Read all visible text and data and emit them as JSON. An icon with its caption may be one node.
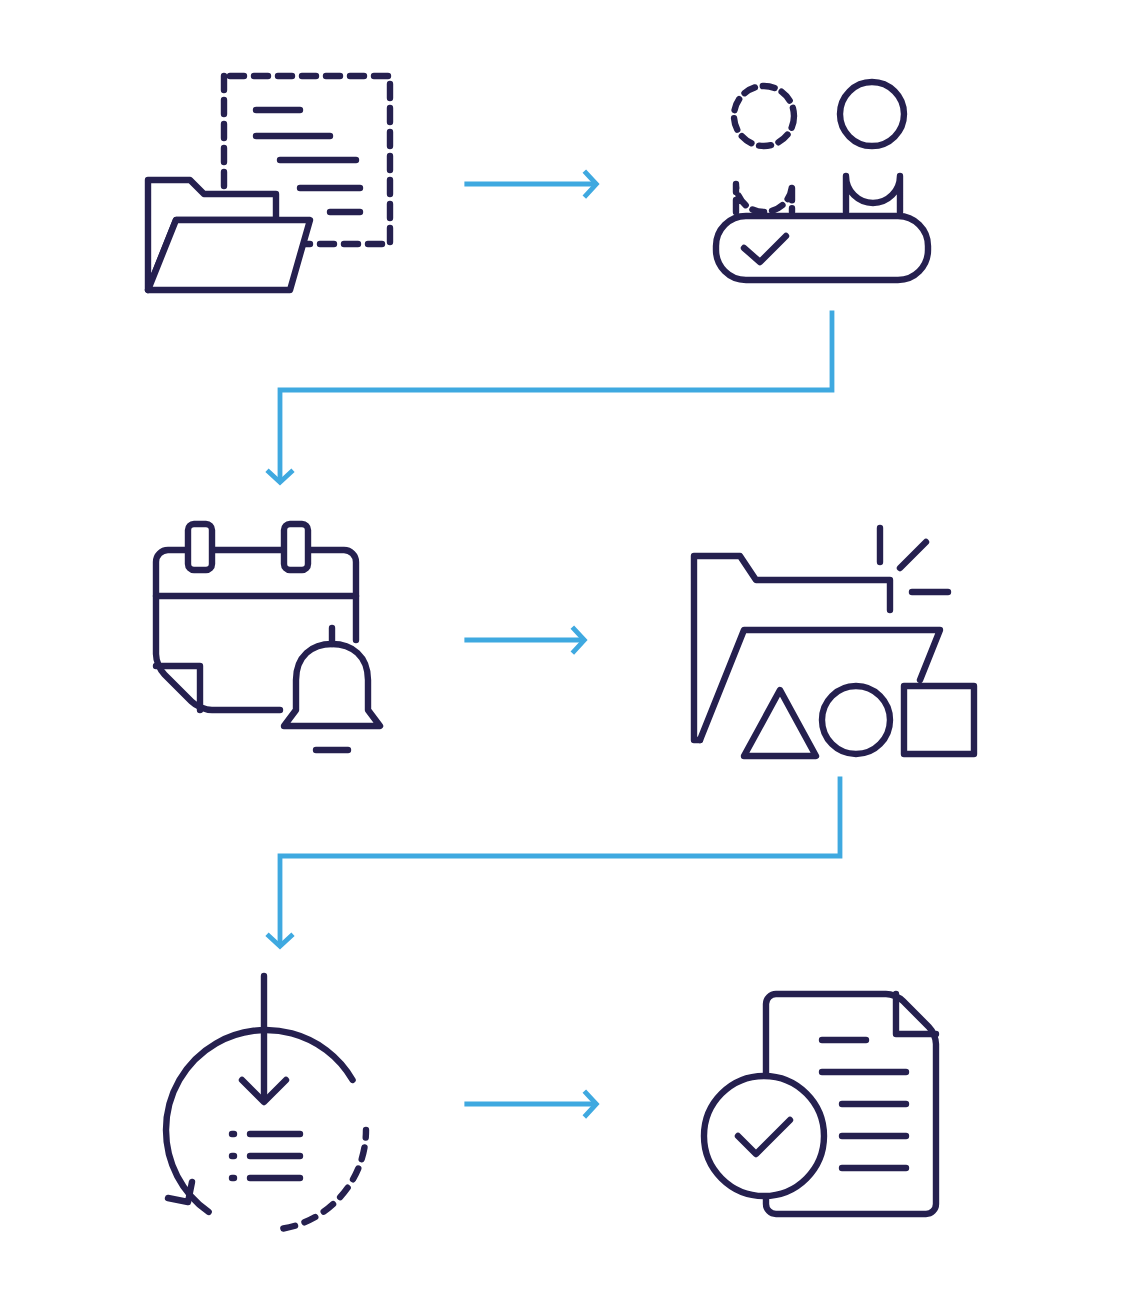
{
  "diagram": {
    "nodes": [
      {
        "text": [],
        "shape": "picture"
      },
      {
        "text": [],
        "shape": "picture"
      },
      {
        "text": [],
        "shape": "picture"
      },
      {
        "text": [],
        "shape": "picture"
      },
      {
        "text": [],
        "shape": "picture"
      },
      {
        "text": [],
        "shape": "picture"
      }
    ],
    "edges": [
      {
        "from": 0,
        "to": 1,
        "arrow": "to"
      },
      {
        "from": 1,
        "to": 2,
        "arrow": "to"
      },
      {
        "from": 2,
        "to": 3,
        "arrow": "to"
      },
      {
        "from": 3,
        "to": 4,
        "arrow": "to"
      },
      {
        "from": 4,
        "to": 5,
        "arrow": "to"
      }
    ]
  }
}
